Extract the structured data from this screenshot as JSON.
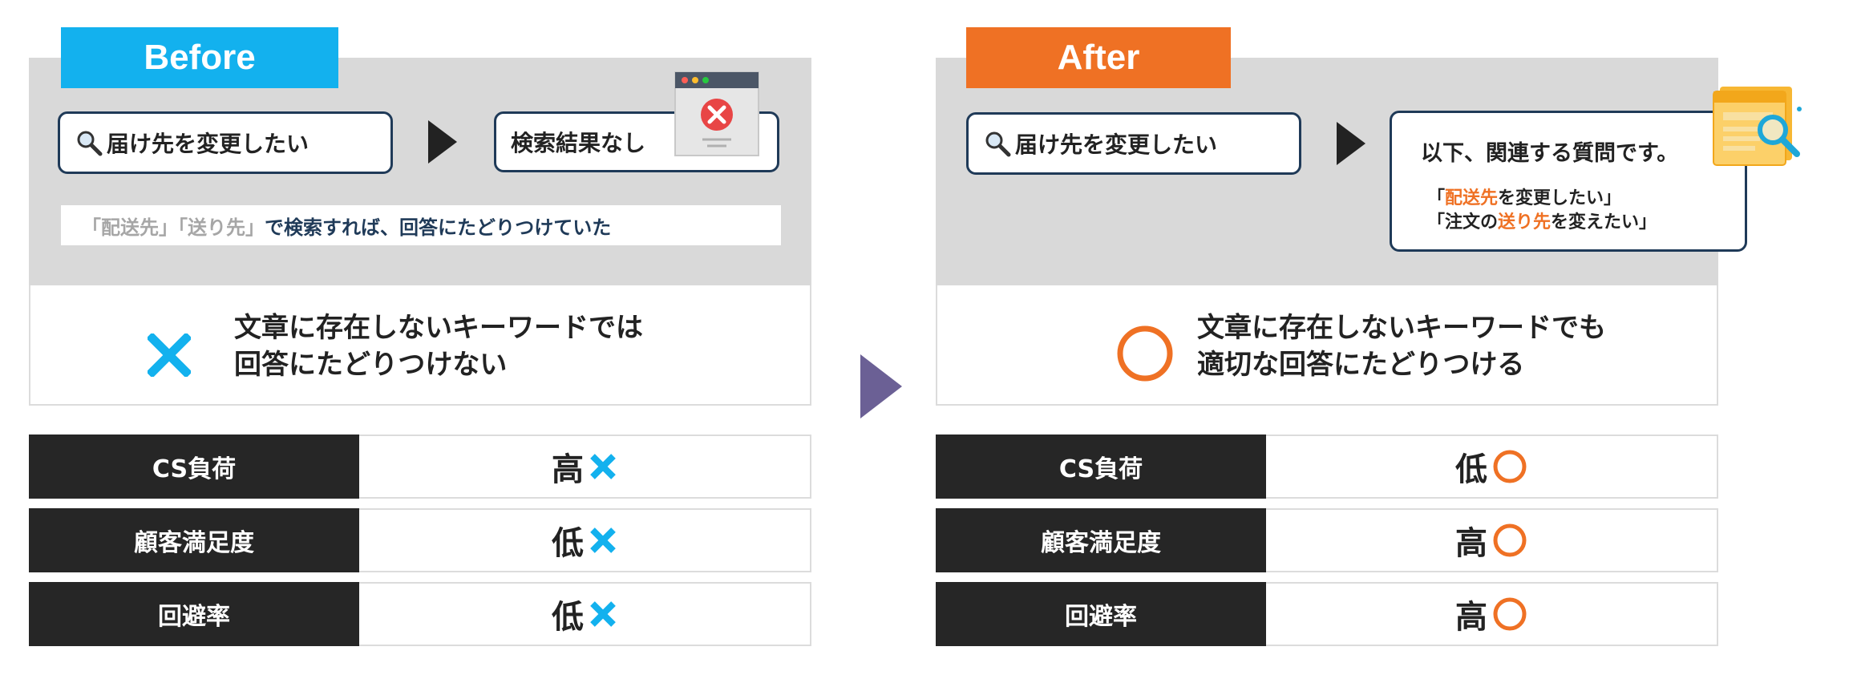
{
  "colors": {
    "before_accent": "#13b1ee",
    "after_accent": "#ef7124",
    "navy": "#1f3a58",
    "panel_grey": "#d9d9d9",
    "label_dark": "#262626",
    "transition_arrow": "#6b6095"
  },
  "before": {
    "tag": "Before",
    "search_query": "届け先を変更したい",
    "result_text": "検索結果なし",
    "note_quoted": "「配送先」「送り先」",
    "note_rest": "で検索すれば、回答にたどりつけていた",
    "outcome_line1": "文章に存在しないキーワードでは",
    "outcome_line2": "回答にたどりつけない",
    "outcome_icon": "cross-icon",
    "rows": [
      {
        "label": "CS負荷",
        "value": "高",
        "icon": "cross-icon"
      },
      {
        "label": "顧客満足度",
        "value": "低",
        "icon": "cross-icon"
      },
      {
        "label": "回避率",
        "value": "低",
        "icon": "cross-icon"
      }
    ]
  },
  "after": {
    "tag": "After",
    "search_query": "届け先を変更したい",
    "result_title": "以下、関連する質問です。",
    "related": [
      {
        "open": "「",
        "hl": "配送先",
        "rest": "を変更したい」",
        "mid": "",
        "hl2": "",
        "rest2": ""
      },
      {
        "open": "「",
        "hl": "",
        "rest": "",
        "mid": "注文の",
        "hl2": "送り先",
        "rest2": "を変えたい」"
      }
    ],
    "outcome_line1": "文章に存在しないキーワードでも",
    "outcome_line2": "適切な回答にたどりつける",
    "outcome_icon": "circle-icon",
    "rows": [
      {
        "label": "CS負荷",
        "value": "低",
        "icon": "circle-icon"
      },
      {
        "label": "顧客満足度",
        "value": "高",
        "icon": "circle-icon"
      },
      {
        "label": "回避率",
        "value": "高",
        "icon": "circle-icon"
      }
    ]
  }
}
